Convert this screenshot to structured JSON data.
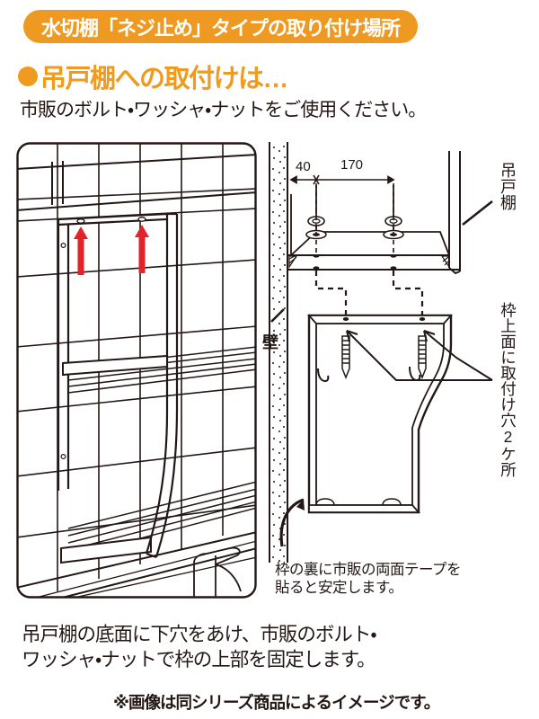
{
  "header": {
    "pill_label": "水切棚「ネジ止め」タイプの取り付け場所",
    "pill_color": "#ee9a22"
  },
  "section": {
    "bullet_icon": "filled-circle-bullet",
    "heading": "吊戸棚への取付けは…",
    "heading_color": "#ef9b1f",
    "subtitle": "市販のボルト・ワッシャ・ナットをご使用ください。"
  },
  "illustration": {
    "name": "kitchen-shelf-photo-illustration",
    "arrow_color": "#e3232a",
    "arrow_count": 2,
    "elements": [
      "tiled-wall",
      "dish-drainer-shelf",
      "frame-bracket",
      "sink-faucet",
      "countertop"
    ]
  },
  "tech_top": {
    "name": "cupboard-bottom-mounting-detail",
    "dim_40": "40",
    "dim_170": "170",
    "label_cupboard": "吊戸棚",
    "hardware": [
      "nut",
      "washer",
      "bolt"
    ]
  },
  "tech_bottom": {
    "name": "frame-front-view",
    "label_holes": "枠上面に取付け穴2ケ所",
    "screw_count": 2,
    "tape_note_line1": "枠の裏に市販の両面テープを",
    "tape_note_line2": "貼ると安定します。"
  },
  "wall": {
    "label": "壁"
  },
  "footer": {
    "caption_line1": "吊戸棚の底面に下穴をあけ、市販のボルト・",
    "caption_line2": "ワッシャ・ナットで枠の上部を固定します。",
    "note": "※画像は同シリーズ商品によるイメージです。"
  }
}
